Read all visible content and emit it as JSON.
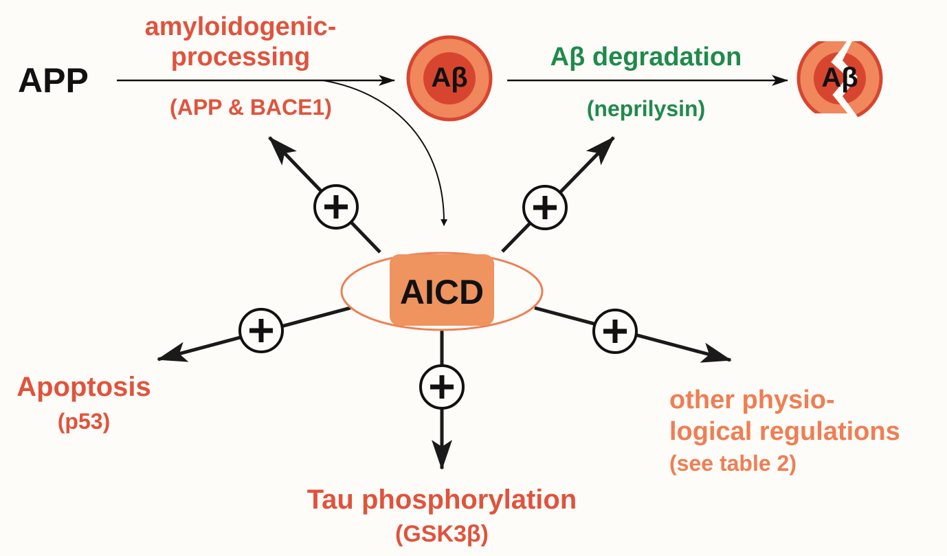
{
  "colors": {
    "accent_red": "#e0533c",
    "accent_green": "#1f8a4a",
    "accent_orange": "#ef7e52",
    "ink": "#111111",
    "abeta_outer": "#f0875d",
    "abeta_inner": "#d8452f"
  },
  "labels": {
    "app": "APP",
    "amyloid_line1": "amyloidogenic-",
    "amyloid_line2": "processing",
    "amyloid_enzymes": "(APP & BACE1)",
    "abeta": "Aβ",
    "degradation": "Aβ degradation",
    "neprilysin": "(neprilysin)",
    "aicd": "AICD",
    "apoptosis": "Apoptosis",
    "p53": "(p53)",
    "tau": "Tau phosphorylation",
    "gsk": "(GSK3β)",
    "other_line1": "other physio-",
    "other_line2": "logical regulations",
    "other_line3": "(see table 2)",
    "plus": "+"
  },
  "icons": {
    "positive_regulation": "plus-circle-icon",
    "degraded": "broken-abeta-icon"
  }
}
